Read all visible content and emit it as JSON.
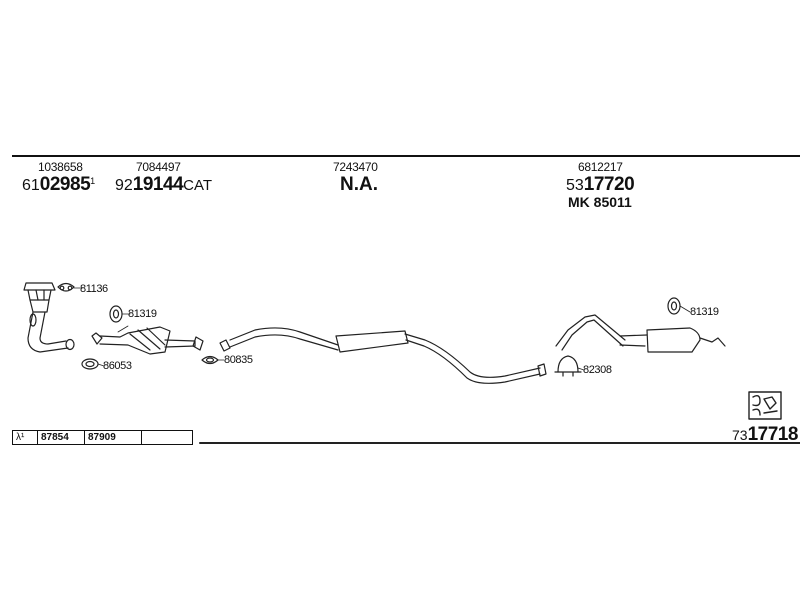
{
  "parts": [
    {
      "number": "1038658",
      "prefix": "61",
      "main": "02985",
      "suffix": "",
      "sup": "1"
    },
    {
      "number": "7084497",
      "prefix": "92",
      "main": "19144",
      "suffix": "CAT",
      "sup": ""
    },
    {
      "number": "7243470",
      "main_text": "N.A."
    },
    {
      "number": "6812217",
      "prefix": "53",
      "main": "17720",
      "suffix": "",
      "sup": "",
      "mk": "MK  85011"
    }
  ],
  "callouts": {
    "c81136": "81136",
    "c81319a": "81319",
    "c86053": "86053",
    "c80835": "80835",
    "c81319b": "81319",
    "c82308": "82308"
  },
  "table": {
    "lambda": "λ¹",
    "cells": [
      "87854",
      "87909",
      ""
    ]
  },
  "diagram_code": {
    "prefix": "73",
    "main": "17718"
  }
}
